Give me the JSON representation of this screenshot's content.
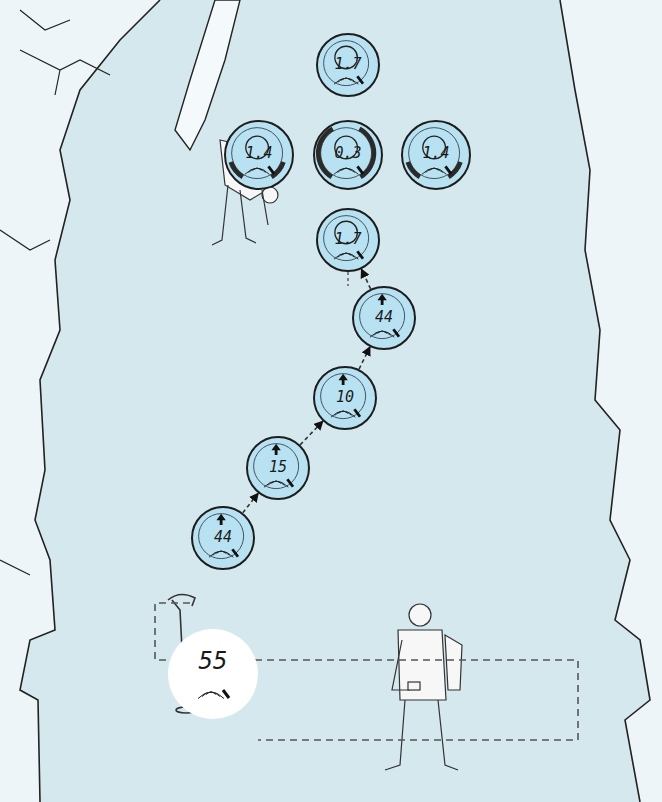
{
  "diagram": {
    "nodes": [
      {
        "text": [
          "1.7"
        ]
      },
      {
        "text": [
          "1.4"
        ]
      },
      {
        "text": [
          "0.3"
        ]
      },
      {
        "text": [
          "1.4"
        ]
      },
      {
        "text": [
          "1.7"
        ]
      },
      {
        "text": [
          "44"
        ]
      },
      {
        "text": [
          "10"
        ]
      },
      {
        "text": [
          "15"
        ]
      },
      {
        "text": [
          "44"
        ]
      },
      {
        "text": [
          "55"
        ]
      }
    ],
    "edges": [
      {
        "from": 8,
        "to": 7,
        "arrow": "to"
      },
      {
        "from": 7,
        "to": 6,
        "arrow": "to"
      },
      {
        "from": 6,
        "to": 5,
        "arrow": "to"
      },
      {
        "from": 5,
        "to": 4,
        "arrow": "to"
      }
    ]
  }
}
